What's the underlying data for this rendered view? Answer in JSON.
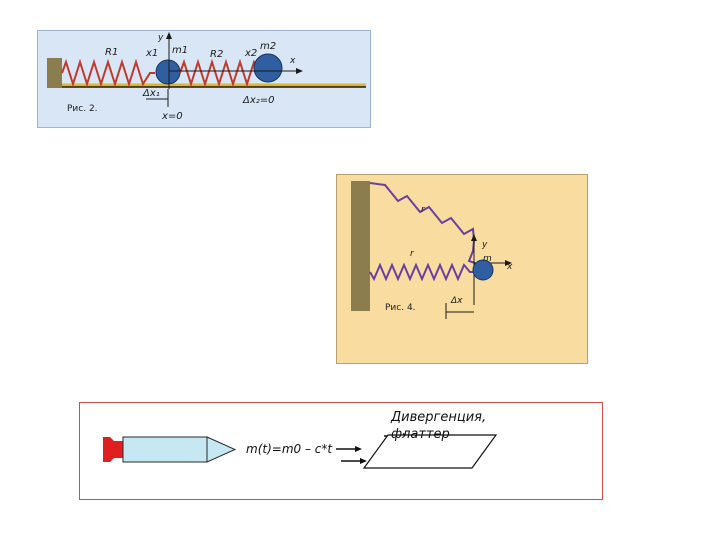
{
  "fig2": {
    "caption": "Рис. 2.",
    "spring1_label": "R1",
    "spring2_label": "R2",
    "axis_y": "y",
    "axis_x": "x",
    "x1_label": "x1",
    "x2_label": "x2",
    "mass1_label": "m1",
    "mass2_label": "m2",
    "dx1_label": "Δx₁",
    "dx2_label": "Δx₂=0",
    "origin_label": "x=0",
    "colors": {
      "background": "#d8e6f6",
      "wall": "#8b7d4d",
      "spring": "#c0392b",
      "floor": "#e0b62e",
      "mass": "#2f5fa0"
    }
  },
  "fig4": {
    "caption": "Рис. 4.",
    "upper_spring_label": "r",
    "lower_spring_label": "r",
    "axis_y": "y",
    "axis_x": "x",
    "mass_label": "m",
    "dx_label": "Δx",
    "colors": {
      "background": "#f9dca0",
      "wall": "#8b7d4d",
      "spring": "#6b3fa0",
      "mass": "#2f5fa0"
    }
  },
  "fig5": {
    "formula": "m(t)=m0 – c*t",
    "heading_line1": "Дивергенция,",
    "heading_line2": "флаттер",
    "colors": {
      "border": "#d04b4b",
      "rocket_body": "#c5e8f2",
      "nozzle": "#e02020"
    }
  }
}
